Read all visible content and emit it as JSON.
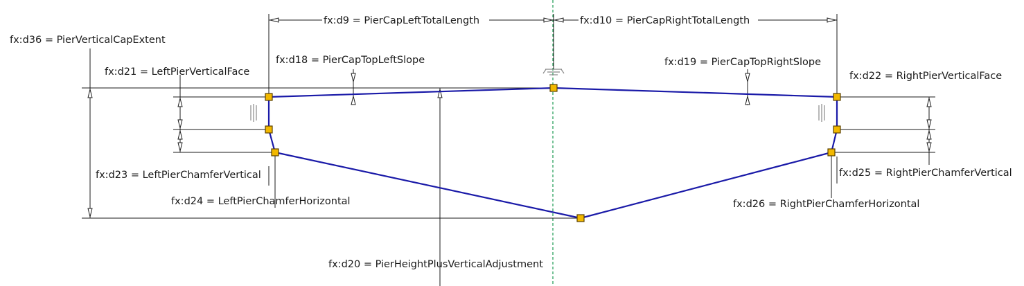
{
  "labels": {
    "d9": "fx:d9 = PierCapLeftTotalLength",
    "d10": "fx:d10 = PierCapRightTotalLength",
    "d36": "fx:d36 = PierVerticalCapExtent",
    "d18": "fx:d18 = PierCapTopLeftSlope",
    "d19": "fx:d19 = PierCapTopRightSlope",
    "d21": "fx:d21 = LeftPierVerticalFace",
    "d22": "fx:d22 = RightPierVerticalFace",
    "d23": "fx:d23 = LeftPierChamferVertical",
    "d24": "fx:d24 = LeftPierChamferHorizontal",
    "d25": "fx:d25 = RightPierChamferVertical",
    "d26": "fx:d26 = RightPierChamferHorizontal",
    "d20": "fx:d20 = PierHeightPlusVerticalAdjustment"
  },
  "colors": {
    "profile": "#1a1aa8",
    "dimension": "#1a1a1a",
    "centerline": "#1a9a50",
    "node": "#f2b800"
  },
  "icons": [
    "ground-symbol-icon",
    "vertical-constraint-icon"
  ]
}
